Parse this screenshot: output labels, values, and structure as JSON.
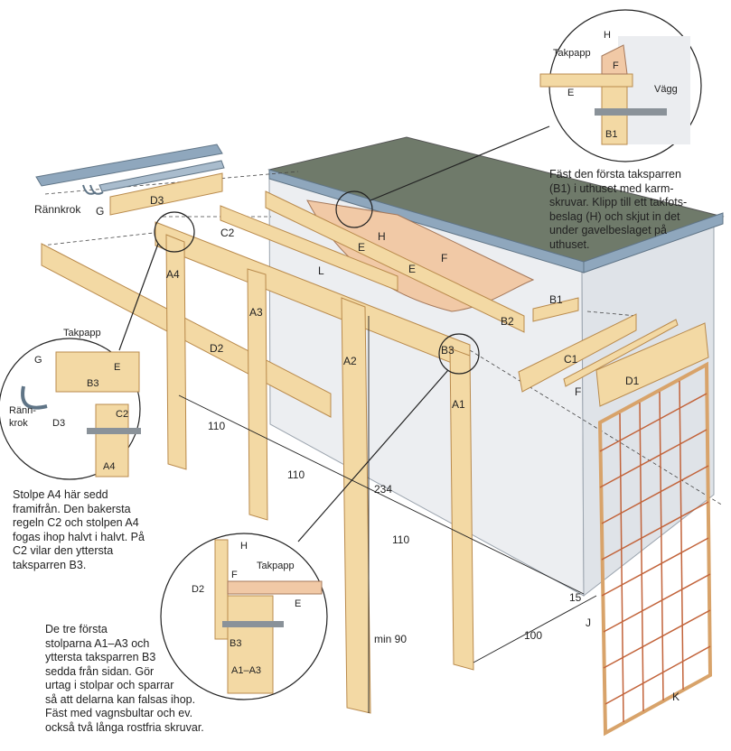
{
  "captions": {
    "top_right": "Fäst den första taksparren\n(B1) i uthuset med karm-\nskruvar. Klipp till ett takfots-\nbeslag (H) och skjut in det\nunder gavelbeslaget på\nuthuset.",
    "left": "Stolpe A4 här sedd\nframifrån. Den bakersta\nregeln C2 och stolpen A4\nfogas ihop halvt i halvt. På\nC2 vilar den yttersta\ntaksparren B3.",
    "bottom_left": "De tre första\nstolparna A1–A3 och\nyttersta taksparren B3\nsedda från sidan. Gör\nurtag i stolpar och sparrar\nså att delarna kan falsas ihop.\nFäst med vagnsbultar och ev.\nockså två långa rostfria skruvar."
  },
  "labels": {
    "rannkrok": "Rännkrok",
    "g": "G",
    "d3": "D3",
    "a4": "A4",
    "c2": "C2",
    "a3": "A3",
    "l": "L",
    "e": "E",
    "h": "H",
    "f": "F",
    "b1": "B1",
    "b2": "B2",
    "b3": "B3",
    "a2": "A2",
    "a1": "A1",
    "d2": "D2",
    "c1": "C1",
    "d1": "D1",
    "j": "J",
    "k": "K",
    "takpapp": "Takpapp",
    "vagg": "Vägg",
    "rann_krok_split": "Ränn-\nkrok",
    "a1_a3": "A1–A3"
  },
  "dimensions": {
    "d110a": "110",
    "d110b": "110",
    "d110c": "110",
    "d234": "234",
    "dmin90": "min 90",
    "d15": "15",
    "d100": "100"
  },
  "colors": {
    "wood": "#f3d9a4",
    "wood_edge": "#b98a4c",
    "wall": "#eceef1",
    "roof": "#6f7a6a",
    "metal": "#8fa7bd",
    "ply": "#f1c9a6",
    "trellis": "#c2633a"
  }
}
